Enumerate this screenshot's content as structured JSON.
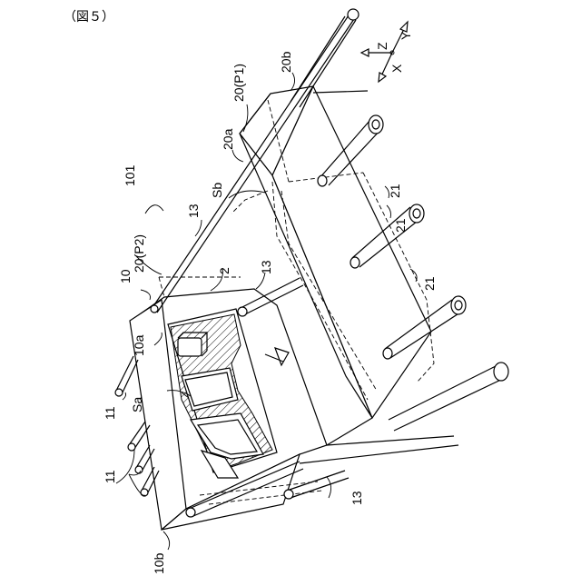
{
  "figure": {
    "caption": "（図５）",
    "labels": {
      "l101": "101",
      "l10": "10",
      "l10a": "10a",
      "l10b": "10b",
      "l11a": "11",
      "l11b": "11",
      "l2": "2",
      "l13a": "13",
      "l13b": "13",
      "l13c": "13",
      "l20p1": "20(P1)",
      "l20p2": "20(P2)",
      "l20a": "20a",
      "l20b": "20b",
      "l21a": "21",
      "l21b": "21",
      "l21c": "21",
      "lSa": "Sa",
      "lSb": "Sb",
      "axZ": "Z",
      "axY": "Y",
      "axX": "X"
    }
  }
}
